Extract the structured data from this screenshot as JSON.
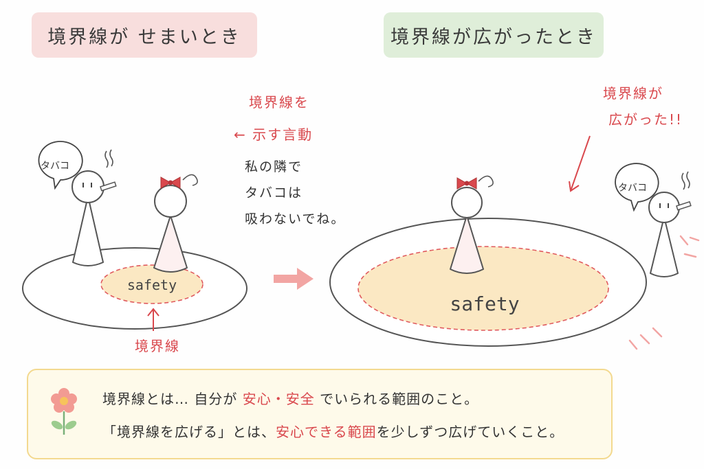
{
  "titles": {
    "narrow": "境界線が せまいとき",
    "wide": "境界線が広がったとき"
  },
  "left_scene": {
    "speech_bubble": "タバコ",
    "zone_label": "safety",
    "boundary_label": "境界線"
  },
  "middle_note": {
    "line1": "境界線を",
    "line2": "← 示す言動",
    "speech": [
      "私の隣で",
      "タバコは",
      "吸わないでね。"
    ]
  },
  "right_scene": {
    "speech_bubble": "タバコ",
    "zone_label": "safety",
    "exclaim_line1": "境界線が",
    "exclaim_line2": "広がった!!"
  },
  "info": {
    "line1": {
      "pre": "境界線とは… 自分が ",
      "hl": "安心・安全",
      "post": " でいられる範囲のこと。"
    },
    "line2": {
      "pre": "「境界線を広げる」とは、",
      "hl": "安心できる範囲",
      "post": "を少しずつ広げていくこと。"
    }
  },
  "colors": {
    "title_narrow_bg": "#f8dedd",
    "title_wide_bg": "#dfeed9",
    "accent_red": "#d9484d",
    "safety_fill": "#fbe8c3",
    "info_bg": "#fefaea",
    "info_border": "#f3d98f"
  }
}
